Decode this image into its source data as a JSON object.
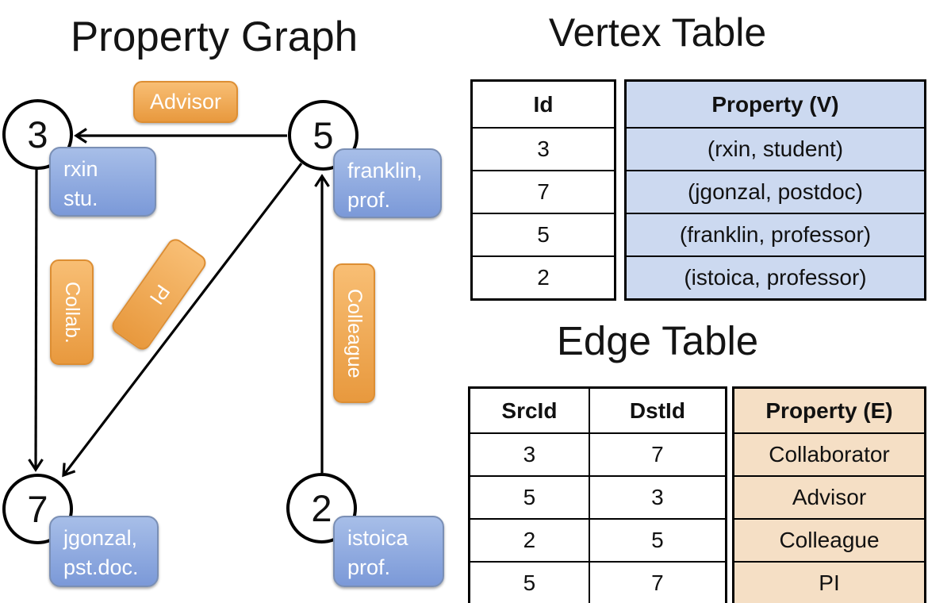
{
  "colors": {
    "orange_top": "#F8BE74",
    "orange_bottom": "#E8993E",
    "orange_border": "#DD8E33",
    "blue_top": "#A7BEE8",
    "blue_bottom": "#7B99D8",
    "blue_border": "#7A8FB5",
    "vertex_cell_bg": "#CCD9F0",
    "edge_cell_bg": "#F5DFC5",
    "line_color": "#000000"
  },
  "graph": {
    "title": "Property Graph",
    "nodes": [
      {
        "id": "3",
        "line1": "rxin",
        "line2": "stu."
      },
      {
        "id": "5",
        "line1": "franklin,",
        "line2": "prof."
      },
      {
        "id": "7",
        "line1": "jgonzal,",
        "line2": "pst.doc."
      },
      {
        "id": "2",
        "line1": "istoica",
        "line2": "prof."
      }
    ],
    "edges": [
      {
        "label": "Advisor",
        "src": "5",
        "dst": "3"
      },
      {
        "label": "Collab.",
        "src": "3",
        "dst": "7"
      },
      {
        "label": "PI",
        "src": "5",
        "dst": "7"
      },
      {
        "label": "Colleague",
        "src": "2",
        "dst": "5"
      }
    ]
  },
  "vertex_table": {
    "title": "Vertex Table",
    "columns": [
      "Id",
      "Property (V)"
    ],
    "rows": [
      [
        "3",
        "(rxin, student)"
      ],
      [
        "7",
        "(jgonzal, postdoc)"
      ],
      [
        "5",
        "(franklin, professor)"
      ],
      [
        "2",
        "(istoica, professor)"
      ]
    ]
  },
  "edge_table": {
    "title": "Edge Table",
    "columns": [
      "SrcId",
      "DstId",
      "Property (E)"
    ],
    "rows": [
      [
        "3",
        "7",
        "Collaborator"
      ],
      [
        "5",
        "3",
        "Advisor"
      ],
      [
        "2",
        "5",
        "Colleague"
      ],
      [
        "5",
        "7",
        "PI"
      ]
    ]
  }
}
